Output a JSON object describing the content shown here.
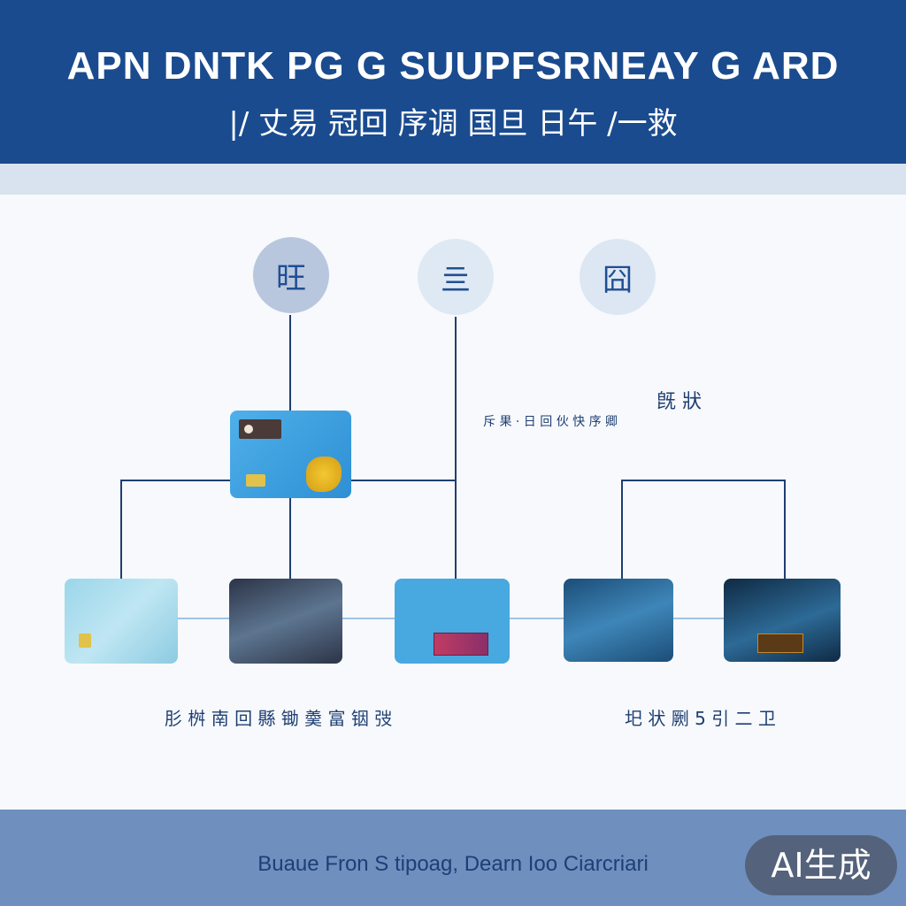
{
  "header": {
    "title": "APN DNTK PG G SUUPFSRNEAY G ARD",
    "subtitle": "|/ 丈易 冠回 序调 国旦 日午 /一救"
  },
  "icons": [
    {
      "name": "card-icon",
      "glyph": "旺"
    },
    {
      "name": "menu-icon",
      "glyph": "亖"
    },
    {
      "name": "lock-icon",
      "glyph": "囧"
    }
  ],
  "labels": {
    "side_note": "斥 果 · 日  回 伙 快 序 卿",
    "side_glyph": "旣 狀",
    "left_group": "肜 桝 南 回 縣 锄 羮 富 铟 弢",
    "right_group": "圯 状 劂 5 引 二 卫"
  },
  "footer": {
    "text": "Buaue Fron S tipoag, Dearn Ioo Ciarcriari"
  },
  "watermark": {
    "text": "AI生成"
  },
  "colors": {
    "primary": "#1a4b8f",
    "card_blue": "#3aa0e0",
    "card_light": "#8fd0e8",
    "card_dark": "#14324f",
    "chip": "#e1c24a"
  }
}
